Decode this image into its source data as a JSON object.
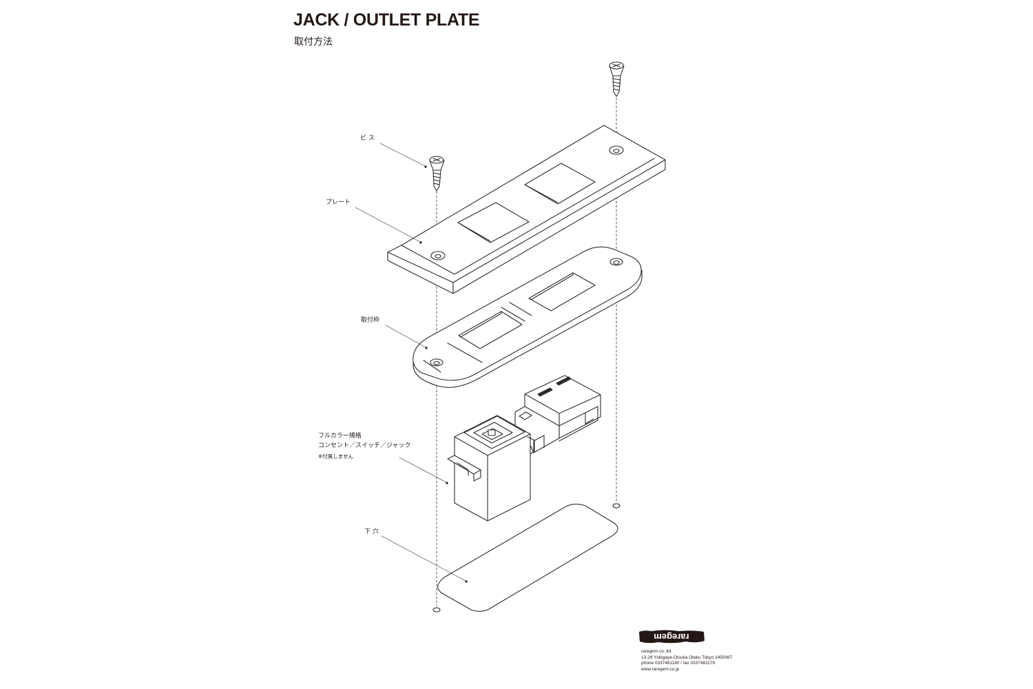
{
  "header": {
    "title": "JACK / OUTLET PLATE",
    "subtitle": "取付方法"
  },
  "labels": {
    "screw": "ビ ス",
    "plate": "プレート",
    "frame": "取付枠",
    "device_line1": "フルカラー規格",
    "device_line2": "コンセント／スイッチ／ジャック",
    "device_note": "※付属しません",
    "hole": "下 穴"
  },
  "company": {
    "logo_text": "raregem",
    "name": "raregem co.,ltd.",
    "address": "13-28 Yukigaya-Otsuka Otaku Tokyo 1450067",
    "phone_fax": "phone 0337481180  / fax 0337481179",
    "web": "www.raregem.co.jp"
  },
  "colors": {
    "ink": "#231815",
    "line": "#2b2b2b",
    "fill": "#ffffff"
  }
}
